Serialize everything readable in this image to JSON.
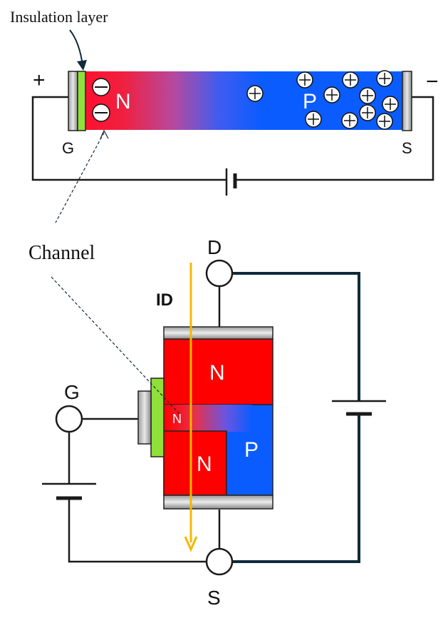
{
  "top": {
    "insulation_label": "Insulation layer",
    "plus_sign": "+",
    "minus_sign": "−",
    "n_label": "N",
    "p_label": "P",
    "gate_label": "G",
    "source_label": "S",
    "channel_label": "Channel"
  },
  "bottom": {
    "drain_label": "D",
    "gate_label": "G",
    "source_label": "S",
    "current_label": "ID",
    "n_top_label": "N",
    "n_channel_label": "N",
    "n_bottom_label": "N",
    "p_label": "P"
  },
  "colors": {
    "n_region": "#ff0000",
    "p_region": "#0b5cff",
    "insulation": "#8fe03a",
    "current_arrow": "#f5b800",
    "wire": "#1a1a1a",
    "dark_wire": "#0f2a3a"
  }
}
